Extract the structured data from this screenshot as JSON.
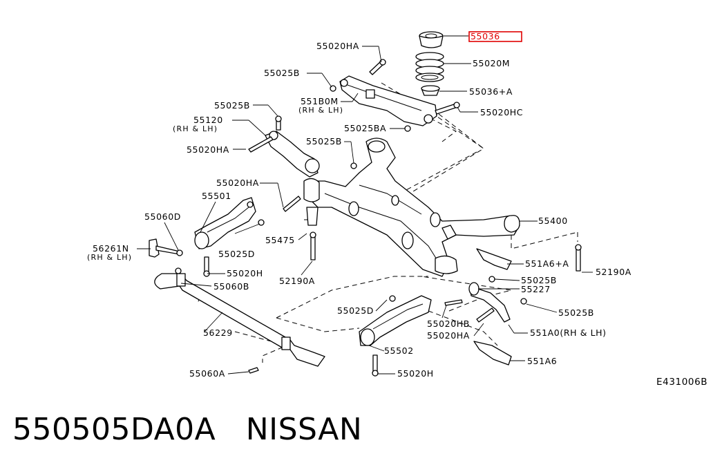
{
  "diagram": {
    "code": "E431006B",
    "highlighted_label": "55036",
    "labels": {
      "p55020HA_1": "55020HA",
      "p55025B_1": "55025B",
      "p551B0M": "551B0M",
      "p551B0M_sub": "(RH & LH)",
      "p55036": "55036",
      "p55020M": "55020M",
      "p55036A": "55036+A",
      "p55020HC": "55020HC",
      "p55025B_2": "55025B",
      "p55120": "55120",
      "p55120_sub": "(RH & LH)",
      "p55025BA": "55025BA",
      "p55020HA_2": "55020HA",
      "p55025B_3": "55025B",
      "p55020HA_3": "55020HA",
      "p55501": "55501",
      "p55060D": "55060D",
      "p55025D_1": "55025D",
      "p55475": "55475",
      "p56261N": "56261N",
      "p56261N_sub": "(RH & LH)",
      "p55020H_1": "55020H",
      "p55060B": "55060B",
      "p52190A_1": "52190A",
      "p55400": "55400",
      "p551A6A": "551A6+A",
      "p52190A_2": "52190A",
      "p55025B_4": "55025B",
      "p55227": "55227",
      "p55025D_2": "55025D",
      "p55025B_5": "55025B",
      "p55020HB": "55020HB",
      "p55020HA_4": "55020HA",
      "p551A0": "551A0(RH & LH)",
      "p56229": "56229",
      "p55502": "55502",
      "p551A6": "551A6",
      "p55060A": "55060A",
      "p55020H_2": "55020H"
    }
  },
  "footer": {
    "title": "550505DA0A   NISSAN"
  },
  "colors": {
    "highlight_box": "#e00000",
    "line": "#000000"
  }
}
